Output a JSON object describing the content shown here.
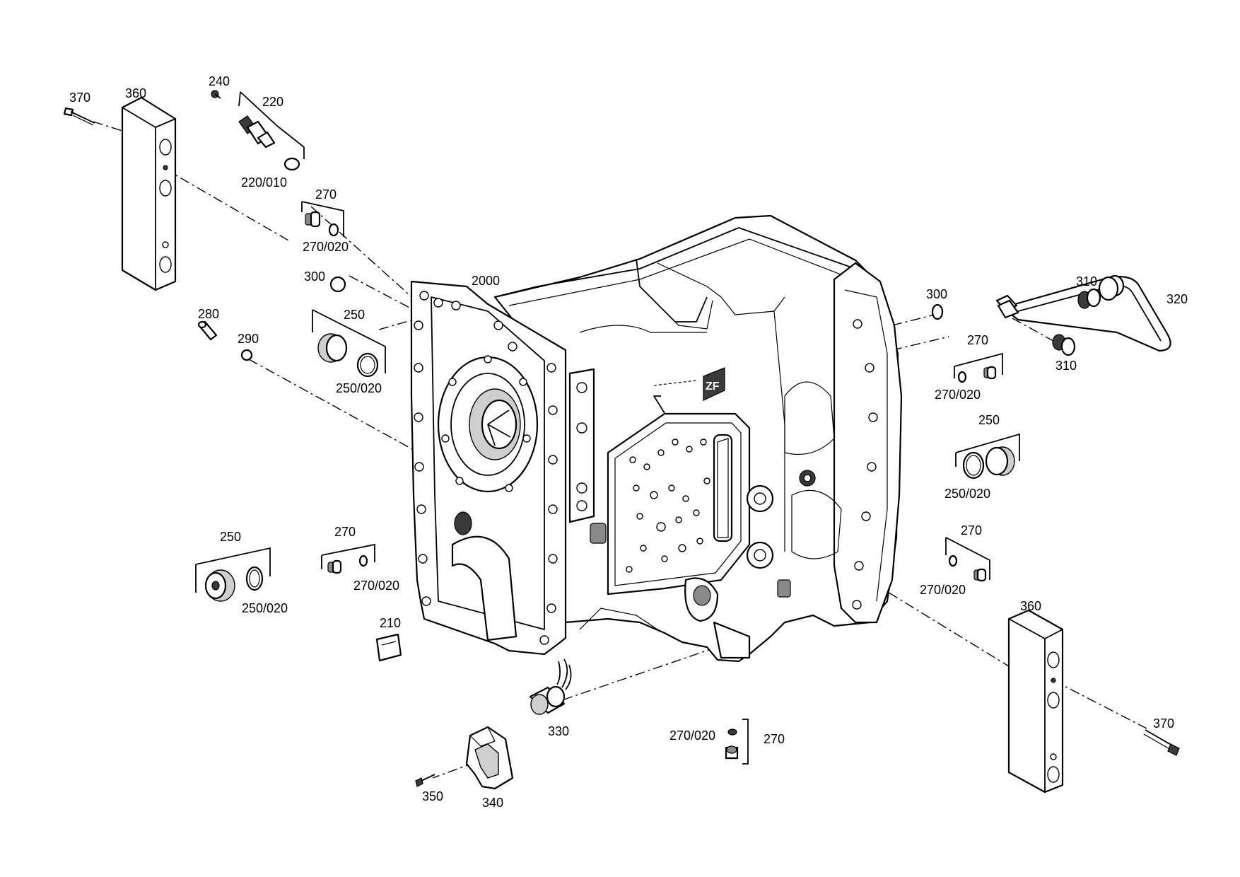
{
  "diagram": {
    "callouts": {
      "c370_top": "370",
      "c360_top": "360",
      "c240": "240",
      "c220": "220",
      "c220_010": "220/010",
      "c270_a": "270",
      "c270_020_a": "270/020",
      "c300_left": "300",
      "c2000": "2000",
      "c280": "280",
      "c290": "290",
      "c250_a": "250",
      "c250_020_a": "250/020",
      "c300_right": "300",
      "c310_top": "310",
      "c320": "320",
      "c310_bottom": "310",
      "c270_b": "270",
      "c270_020_b": "270/020",
      "c250_b": "250",
      "c250_020_b": "250/020",
      "c250_c": "250",
      "c250_020_c": "250/020",
      "c270_c": "270",
      "c270_020_c": "270/020",
      "c270_d": "270",
      "c270_020_d": "270/020",
      "c210": "210",
      "c330": "330",
      "c270_020_e": "270/020",
      "c270_e": "270",
      "c360_bottom": "360",
      "c370_bottom": "370",
      "c350": "350",
      "c340": "340"
    },
    "housing_marking": "ZF"
  }
}
